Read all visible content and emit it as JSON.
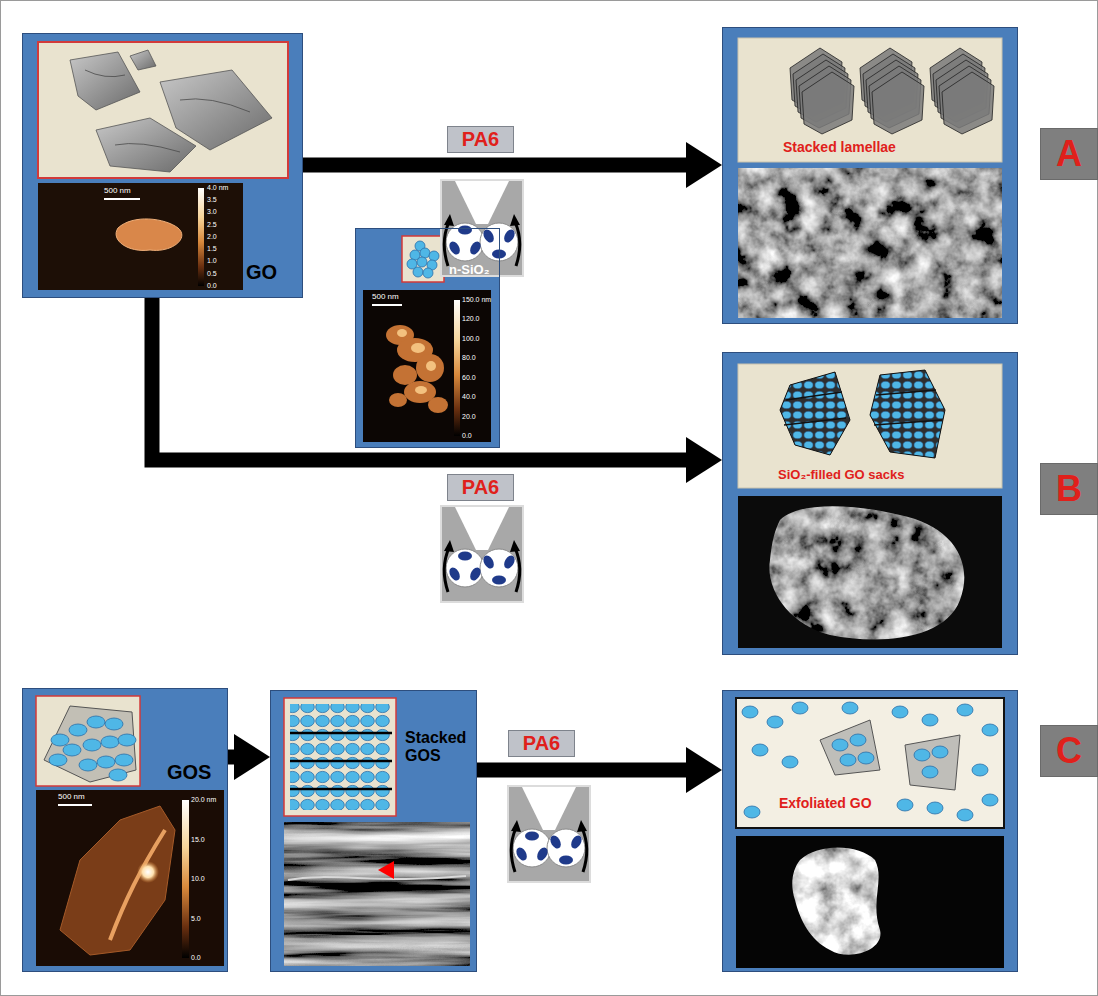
{
  "diagram": {
    "nodes": [
      {
        "text": [
          "GO"
        ]
      },
      {
        "text": [
          "PA6"
        ]
      },
      {
        "text": [
          "Stacked lamellae"
        ]
      },
      {
        "text": [
          "A"
        ]
      },
      {
        "text": [
          "n-SiO₂"
        ]
      },
      {
        "text": [
          "PA6"
        ]
      },
      {
        "text": [
          "SiO₂-filled GO sacks"
        ]
      },
      {
        "text": [
          "B"
        ]
      },
      {
        "text": [
          "GOS"
        ]
      },
      {
        "text": [
          "Stacked GOS"
        ]
      },
      {
        "text": [
          "PA6"
        ]
      },
      {
        "text": [
          "Exfoliated GO"
        ]
      },
      {
        "text": [
          "C"
        ]
      }
    ],
    "edges": [
      {
        "from": 0,
        "to": 2,
        "arrow": "to"
      },
      {
        "from": 0,
        "to": 6,
        "arrow": "to"
      },
      {
        "from": 8,
        "to": 9,
        "arrow": "to"
      },
      {
        "from": 9,
        "to": 11,
        "arrow": "to"
      }
    ],
    "labels": [
      "500 nm",
      "4.0 nm",
      "3.5",
      "3.0",
      "2.5",
      "2.0",
      "1.5",
      "1.0",
      "0.5",
      "0.0",
      "500 nm",
      "150.0 nm",
      "120.0",
      "100.0",
      "80.0",
      "60.0",
      "40.0",
      "20.0",
      "0.0",
      "500 nm",
      "20.0 nm",
      "15.0",
      "10.0",
      "5.0",
      "0.0"
    ]
  }
}
